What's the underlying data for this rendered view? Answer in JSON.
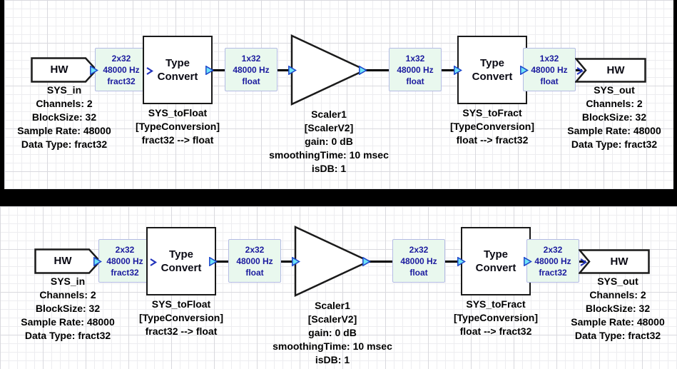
{
  "colors": {
    "background": "#000000",
    "canvas": "#ffffff",
    "grid_minor": "#ededf0",
    "grid_major": "#d9d9de",
    "block_border": "#1a1a1a",
    "block_fill": "#ffffff",
    "wire": "#000000",
    "wire_label_fill": "#e9f8ee",
    "wire_label_border": "#b4bbe4",
    "wire_label_text": "#1b1b9e",
    "pin_fill": "#6fe3f7",
    "pin_stroke": "#1d46cc",
    "caption_text": "#000000"
  },
  "diagrams": [
    {
      "hw_in": {
        "label": "HW",
        "caption": [
          "SYS_in",
          "Channels: 2",
          "BlockSize: 32",
          "Sample Rate: 48000",
          "Data Type: fract32"
        ]
      },
      "wire_label_1": [
        "2x32",
        "48000 Hz",
        "fract32"
      ],
      "type_convert_1": {
        "label": [
          "Type",
          "Convert"
        ],
        "caption": [
          "SYS_toFloat",
          "[TypeConversion]",
          "fract32 --> float"
        ]
      },
      "wire_label_2": [
        "1x32",
        "48000 Hz",
        "float"
      ],
      "scaler": {
        "caption": [
          "Scaler1",
          "[ScalerV2]",
          "gain: 0 dB",
          "smoothingTime: 10 msec",
          "isDB: 1"
        ]
      },
      "wire_label_3": [
        "1x32",
        "48000 Hz",
        "float"
      ],
      "type_convert_2": {
        "label": [
          "Type",
          "Convert"
        ],
        "caption": [
          "SYS_toFract",
          "[TypeConversion]",
          "float --> fract32"
        ]
      },
      "wire_label_4": [
        "1x32",
        "48000 Hz",
        "float"
      ],
      "hw_out": {
        "label": "HW",
        "caption": [
          "SYS_out",
          "Channels: 2",
          "BlockSize: 32",
          "Sample Rate: 48000",
          "Data Type: fract32"
        ]
      }
    },
    {
      "hw_in": {
        "label": "HW",
        "caption": [
          "SYS_in",
          "Channels: 2",
          "BlockSize: 32",
          "Sample Rate: 48000",
          "Data Type: fract32"
        ]
      },
      "wire_label_1": [
        "2x32",
        "48000 Hz",
        "fract32"
      ],
      "type_convert_1": {
        "label": [
          "Type",
          "Convert"
        ],
        "caption": [
          "SYS_toFloat",
          "[TypeConversion]",
          "fract32 --> float"
        ]
      },
      "wire_label_2": [
        "2x32",
        "48000 Hz",
        "float"
      ],
      "scaler": {
        "caption": [
          "Scaler1",
          "[ScalerV2]",
          "gain: 0 dB",
          "smoothingTime: 10 msec",
          "isDB: 1"
        ]
      },
      "wire_label_3": [
        "2x32",
        "48000 Hz",
        "float"
      ],
      "type_convert_2": {
        "label": [
          "Type",
          "Convert"
        ],
        "caption": [
          "SYS_toFract",
          "[TypeConversion]",
          "float --> fract32"
        ]
      },
      "wire_label_4": [
        "2x32",
        "48000 Hz",
        "fract32"
      ],
      "hw_out": {
        "label": "HW",
        "caption": [
          "SYS_out",
          "Channels: 2",
          "BlockSize: 32",
          "Sample Rate: 48000",
          "Data Type: fract32"
        ]
      }
    }
  ]
}
